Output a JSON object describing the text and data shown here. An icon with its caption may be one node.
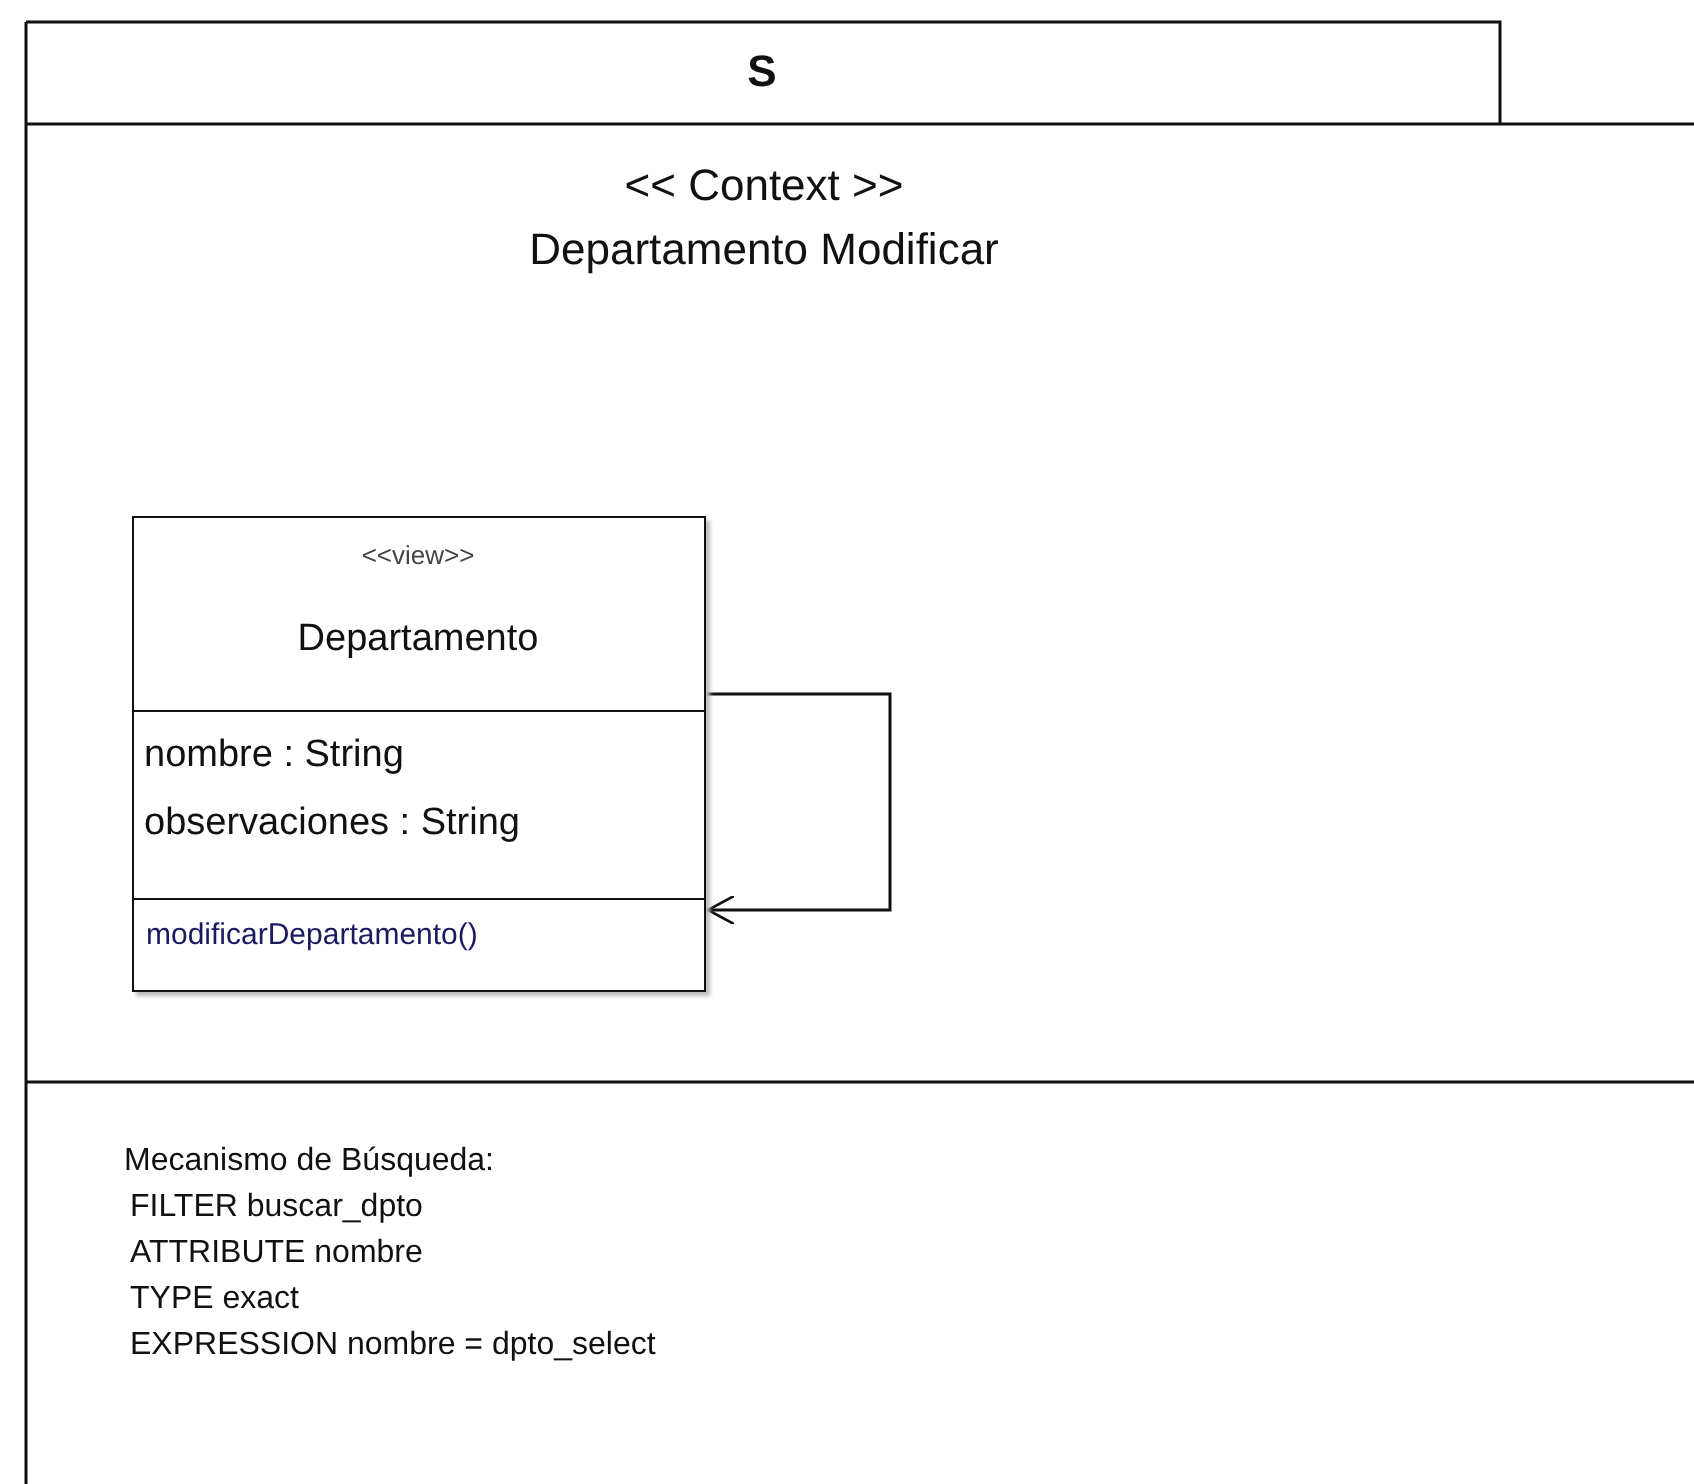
{
  "diagram": {
    "nodes": [
      {
        "text": [
          "S",
          "<< Context >>",
          "Departamento Modificar",
          "Mecanismo de Búsqueda:",
          "FILTER buscar_dpto",
          "ATTRIBUTE nombre",
          "TYPE exact",
          "EXPRESSION nombre = dpto_select"
        ]
      },
      {
        "text": [
          "<<view>>",
          "Departamento",
          "nombre : String",
          "observaciones : String",
          "modificarDepartamento()"
        ],
        "in": 0
      }
    ],
    "edges": [
      {
        "from": 1,
        "to": 1,
        "arrow": "to"
      }
    ]
  }
}
